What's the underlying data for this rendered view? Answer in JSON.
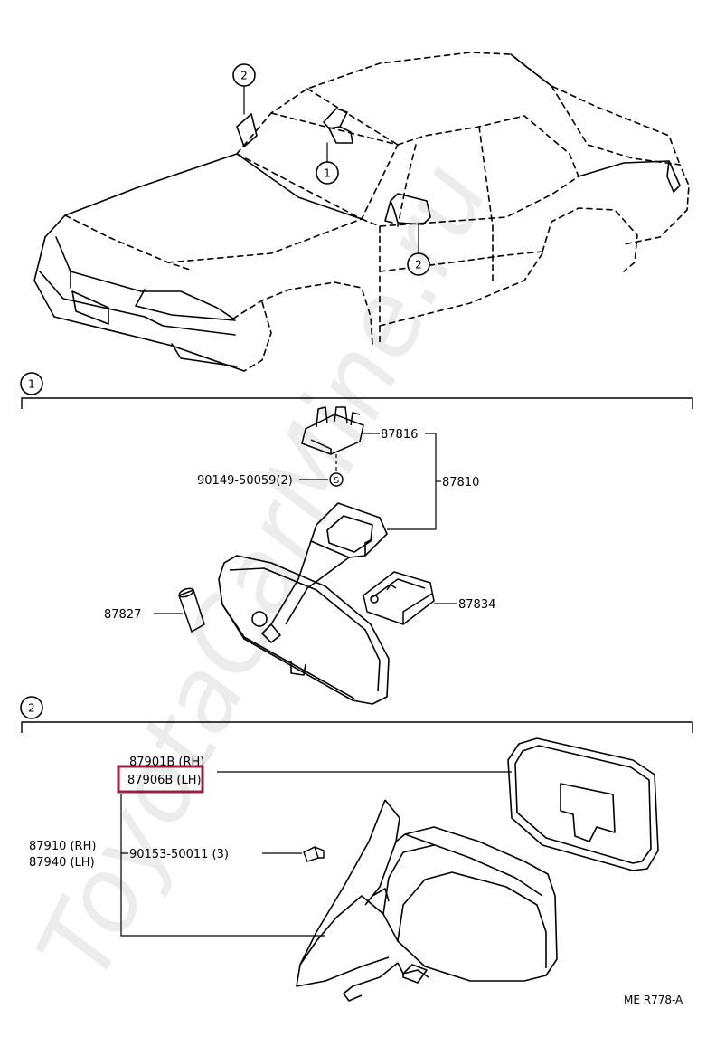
{
  "callouts": {
    "car_top": "2",
    "car_inner_mirror": "1",
    "car_door_mirror": "2",
    "section_1": "1",
    "section_2": "2"
  },
  "section1": {
    "holder_part": "87816",
    "screw_part": "90149-50059(2)",
    "screw_symbol": "S",
    "mirror_assembly_part": "87810",
    "lamp_part": "87827",
    "cover_part": "87834"
  },
  "section2": {
    "mirror_rh": "87901B (RH)",
    "mirror_lh": "87906B (LH)",
    "outer_mirror_rh": "87910 (RH)",
    "outer_mirror_lh": "87940 (LH)",
    "screw_part": "90153-50011 (3)"
  },
  "highlight": {
    "color": "#9c1f3c",
    "target": "87906B (LH)"
  },
  "watermark": "ToyotaCarMine.ru",
  "reference_code": "ME R778-A"
}
